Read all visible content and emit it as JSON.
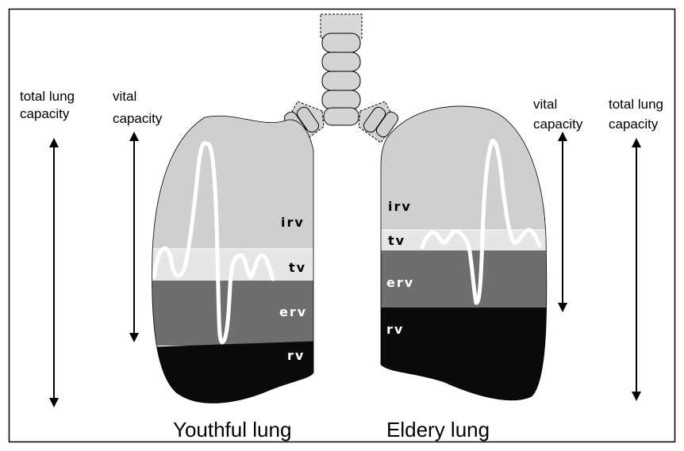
{
  "labels": {
    "left_tlc_line1": "total lung",
    "left_tlc_line2": "capacity",
    "left_vc_line1": "vital",
    "left_vc_line2": "capacity",
    "right_vc_line1": "vital",
    "right_vc_line2": "capacity",
    "right_tlc_line1": "total lung",
    "right_tlc_line2": "capacity"
  },
  "youthful": {
    "caption": "Youthful lung",
    "zones": {
      "irv": "irv",
      "tv": "tv",
      "erv": "erv",
      "rv": "rv"
    }
  },
  "elderly": {
    "caption": "Eldery lung",
    "zones": {
      "irv": "irv",
      "tv": "tv",
      "erv": "erv",
      "rv": "rv"
    }
  },
  "colors": {
    "irv": "#cfcfcf",
    "tv": "#e6e6e6",
    "erv": "#6e6e6e",
    "rv": "#0a0a0a",
    "airway": "#d9d9d9",
    "frame": "#000000"
  }
}
